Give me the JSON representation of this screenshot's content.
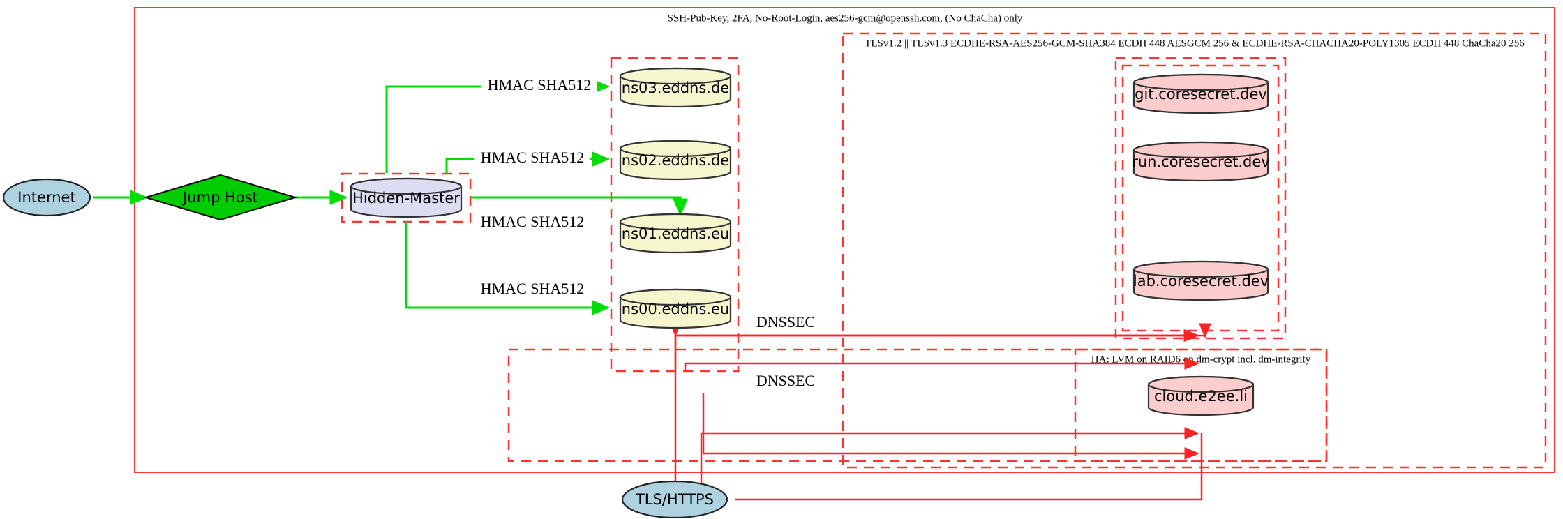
{
  "diagram": {
    "title_label": "SSH-Pub-Key, 2FA, No-Root-Login, aes256-gcm@openssh.com, (No ChaCha) only",
    "colors": {
      "cluster_border": "#ff3333",
      "secure_edge": "#00dd00",
      "tls_edge": "#ff2222",
      "db_yellow": "#f7f7cf",
      "db_lavender": "#dcdcf2",
      "db_pink": "#fbcdcd",
      "ellipse_blue": "#aed2e0",
      "diamond_green": "#00cc00"
    },
    "clusters": [
      {
        "id": "outer-perimeter",
        "label": "SSH-Pub-Key, 2FA, No-Root-Login, aes256-gcm@openssh.com, (No ChaCha) only",
        "style": "solid"
      },
      {
        "id": "tls-zone",
        "label": "TLSv1.2 || TLSv1.3 ECDHE-RSA-AES256-GCM-SHA384 ECDH 448 AESGCM 256 & ECDHE-RSA-CHACHA20-POLY1305 ECDH 448 ChaCha20 256",
        "style": "dashed"
      },
      {
        "id": "ha-zone",
        "label": "HA: LVM on RAID6 on dm-crypt incl. dm-integrity",
        "style": "dashed"
      },
      {
        "id": "hidden-master-zone",
        "label": "",
        "style": "dashed"
      },
      {
        "id": "nameserver-zone",
        "label": "",
        "style": "dashed"
      },
      {
        "id": "coresecret-zone",
        "label": "",
        "style": "dashed"
      },
      {
        "id": "coresecret-inner-zone",
        "label": "",
        "style": "dashed"
      },
      {
        "id": "cloud-zone",
        "label": "",
        "style": "dashed"
      }
    ],
    "nodes": {
      "internet": {
        "label": "Internet",
        "shape": "ellipse",
        "color": "#aed2e0"
      },
      "jump_host": {
        "label": "Jump Host",
        "shape": "diamond",
        "color": "#00cc00"
      },
      "hidden_master": {
        "label": "Hidden-Master",
        "shape": "cylinder",
        "color": "#dcdcf2"
      },
      "ns03": {
        "label": "ns03.eddns.de",
        "shape": "cylinder",
        "color": "#f7f7cf"
      },
      "ns02": {
        "label": "ns02.eddns.de",
        "shape": "cylinder",
        "color": "#f7f7cf"
      },
      "ns01": {
        "label": "ns01.eddns.eu",
        "shape": "cylinder",
        "color": "#f7f7cf"
      },
      "ns00": {
        "label": "ns00.eddns.eu",
        "shape": "cylinder",
        "color": "#f7f7cf"
      },
      "git": {
        "label": "git.coresecret.dev",
        "shape": "cylinder",
        "color": "#fbcdcd"
      },
      "run": {
        "label": "run.coresecret.dev",
        "shape": "cylinder",
        "color": "#fbcdcd"
      },
      "lab": {
        "label": "lab.coresecret.dev",
        "shape": "cylinder",
        "color": "#fbcdcd"
      },
      "cloud": {
        "label": "cloud.e2ee.li",
        "shape": "cylinder",
        "color": "#fbcdcd"
      },
      "tls_https": {
        "label": "TLS/HTTPS",
        "shape": "ellipse",
        "color": "#aed2e0"
      }
    },
    "edges": [
      {
        "id": "internet-to-jump",
        "from": "internet",
        "to": "jump_host",
        "label": "",
        "color": "#00dd00"
      },
      {
        "id": "jump-to-hidden",
        "from": "jump_host",
        "to": "hidden_master",
        "label": "",
        "color": "#00dd00"
      },
      {
        "id": "hidden-to-ns03",
        "from": "hidden_master",
        "to": "ns03",
        "label": "HMAC SHA512",
        "color": "#00dd00"
      },
      {
        "id": "hidden-to-ns02",
        "from": "hidden_master",
        "to": "ns02",
        "label": "HMAC SHA512",
        "color": "#00dd00"
      },
      {
        "id": "hidden-to-ns01",
        "from": "hidden_master",
        "to": "ns01",
        "label": "HMAC SHA512",
        "color": "#00dd00"
      },
      {
        "id": "hidden-to-ns00",
        "from": "hidden_master",
        "to": "ns00",
        "label": "HMAC SHA512",
        "color": "#00dd00"
      },
      {
        "id": "dnssec-to-coresecret",
        "from": "nameserver-zone",
        "to": "coresecret-zone",
        "label": "DNSSEC",
        "color": "#ff2222"
      },
      {
        "id": "dnssec-to-cloud",
        "from": "nameserver-zone",
        "to": "cloud-zone",
        "label": "DNSSEC",
        "color": "#ff2222"
      },
      {
        "id": "tls-to-coresecret",
        "from": "tls_https",
        "to": "coresecret-zone",
        "label": "",
        "color": "#ff2222"
      },
      {
        "id": "tls-to-cloud",
        "from": "tls_https",
        "to": "cloud-zone",
        "label": "",
        "color": "#ff2222"
      }
    ],
    "edge_labels": {
      "hmac_1": "HMAC SHA512",
      "hmac_2": "HMAC SHA512",
      "hmac_3": "HMAC SHA512",
      "hmac_4": "HMAC SHA512",
      "dnssec_1": "DNSSEC",
      "dnssec_2": "DNSSEC"
    }
  }
}
